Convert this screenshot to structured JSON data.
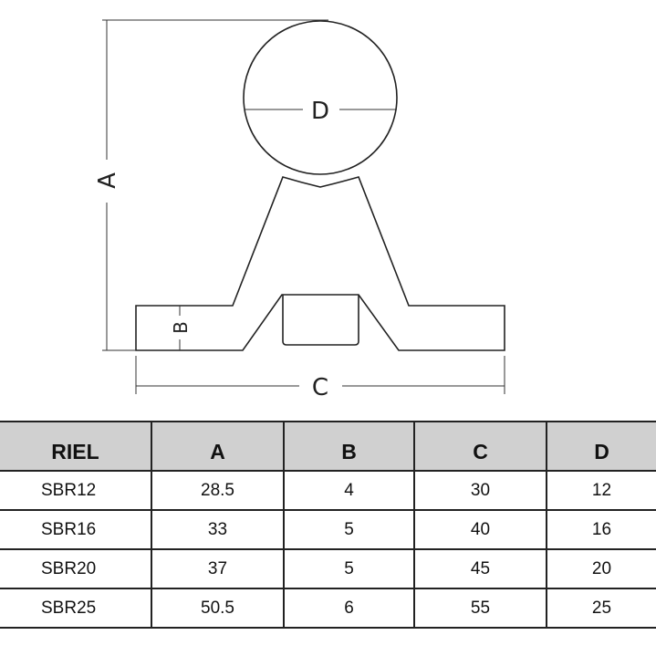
{
  "drawing": {
    "labels": {
      "A": "A",
      "B": "B",
      "C": "C",
      "D": "D"
    }
  },
  "table": {
    "headers": [
      "RIEL",
      "A",
      "B",
      "C",
      "D"
    ],
    "rows": [
      [
        "SBR12",
        "28.5",
        "4",
        "30",
        "12"
      ],
      [
        "SBR16",
        "33",
        "5",
        "40",
        "16"
      ],
      [
        "SBR20",
        "37",
        "5",
        "45",
        "20"
      ],
      [
        "SBR25",
        "50.5",
        "6",
        "55",
        "25"
      ]
    ]
  }
}
